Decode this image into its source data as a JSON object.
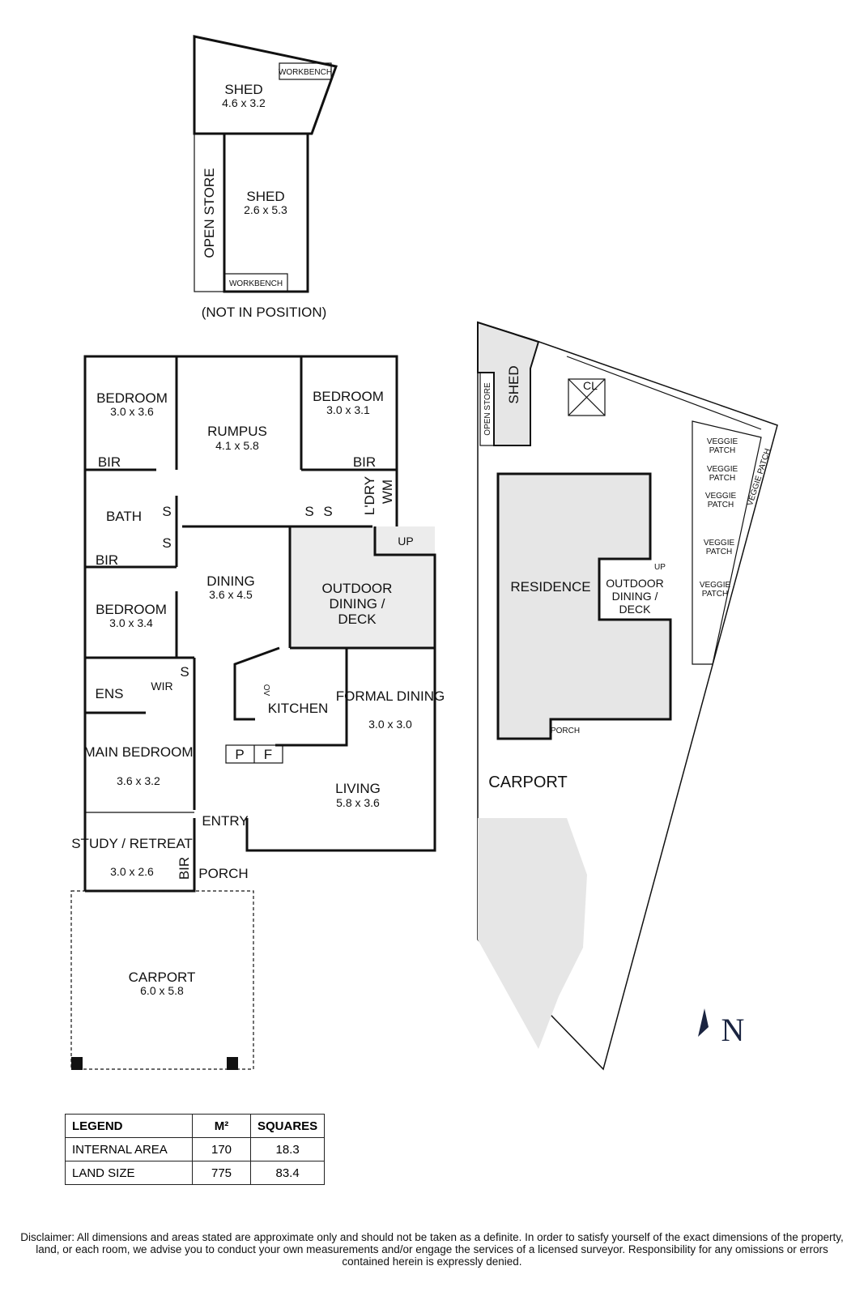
{
  "shed_plan": {
    "shed1": {
      "name": "SHED",
      "dims": "4.6 x 3.2"
    },
    "shed2": {
      "name": "SHED",
      "dims": "2.6 x 5.3"
    },
    "open_store": "OPEN STORE",
    "workbench": "WORKBENCH",
    "note": "(NOT IN POSITION)"
  },
  "floor_plan": {
    "rooms": [
      {
        "name": "BEDROOM",
        "dims": "3.0 x 3.6"
      },
      {
        "name": "RUMPUS",
        "dims": "4.1 x 5.8"
      },
      {
        "name": "BEDROOM",
        "dims": "3.0 x 3.1"
      },
      {
        "name": "DINING",
        "dims": "3.6 x 4.5"
      },
      {
        "name": "BEDROOM",
        "dims": "3.0 x 3.4"
      },
      {
        "name": "KITCHEN",
        "dims": ""
      },
      {
        "name": "FORMAL DINING",
        "dims": "3.0 x 3.0"
      },
      {
        "name": "MAIN BEDROOM",
        "dims": "3.6 x 3.2"
      },
      {
        "name": "LIVING",
        "dims": "5.8 x 3.6"
      },
      {
        "name": "STUDY / RETREAT",
        "dims": "3.0 x 2.6"
      },
      {
        "name": "CARPORT",
        "dims": "6.0 x 5.8"
      }
    ],
    "labels": {
      "bir": "BIR",
      "bath": "BATH",
      "s": "S",
      "ldry": "L'DRY",
      "wm": "WM",
      "up": "UP",
      "outdoor_line1": "OUTDOOR",
      "outdoor_line2": "DINING /",
      "outdoor_line3": "DECK",
      "ens": "ENS",
      "wir": "WIR",
      "p": "P",
      "f": "F",
      "ov": "OV",
      "entry": "ENTRY",
      "porch": "PORCH"
    }
  },
  "site_plan": {
    "shed": "SHED",
    "open_store": "OPEN STORE",
    "cl": "CL",
    "residence": "RESIDENCE",
    "outdoor_line1": "OUTDOOR",
    "outdoor_line2": "DINING /",
    "outdoor_line3": "DECK",
    "up": "UP",
    "porch": "PORCH",
    "carport": "CARPORT",
    "veggie1": "VEGGIE",
    "veggie2": "PATCH",
    "veggie_patch": "VEGGIE PATCH",
    "north": "N"
  },
  "legend": {
    "headers": [
      "LEGEND",
      "M²",
      "SQUARES"
    ],
    "rows": [
      [
        "INTERNAL AREA",
        "170",
        "18.3"
      ],
      [
        "LAND SIZE",
        "775",
        "83.4"
      ]
    ]
  },
  "disclaimer": "Disclaimer: All dimensions and areas stated are approximate only and should not be taken as a definite. In order to satisfy yourself of the exact dimensions of the property, land, or each room, we advise you to conduct your own measurements and/or engage the services of a licensed surveyor. Responsibility for any omissions or errors contained herein is expressly denied."
}
